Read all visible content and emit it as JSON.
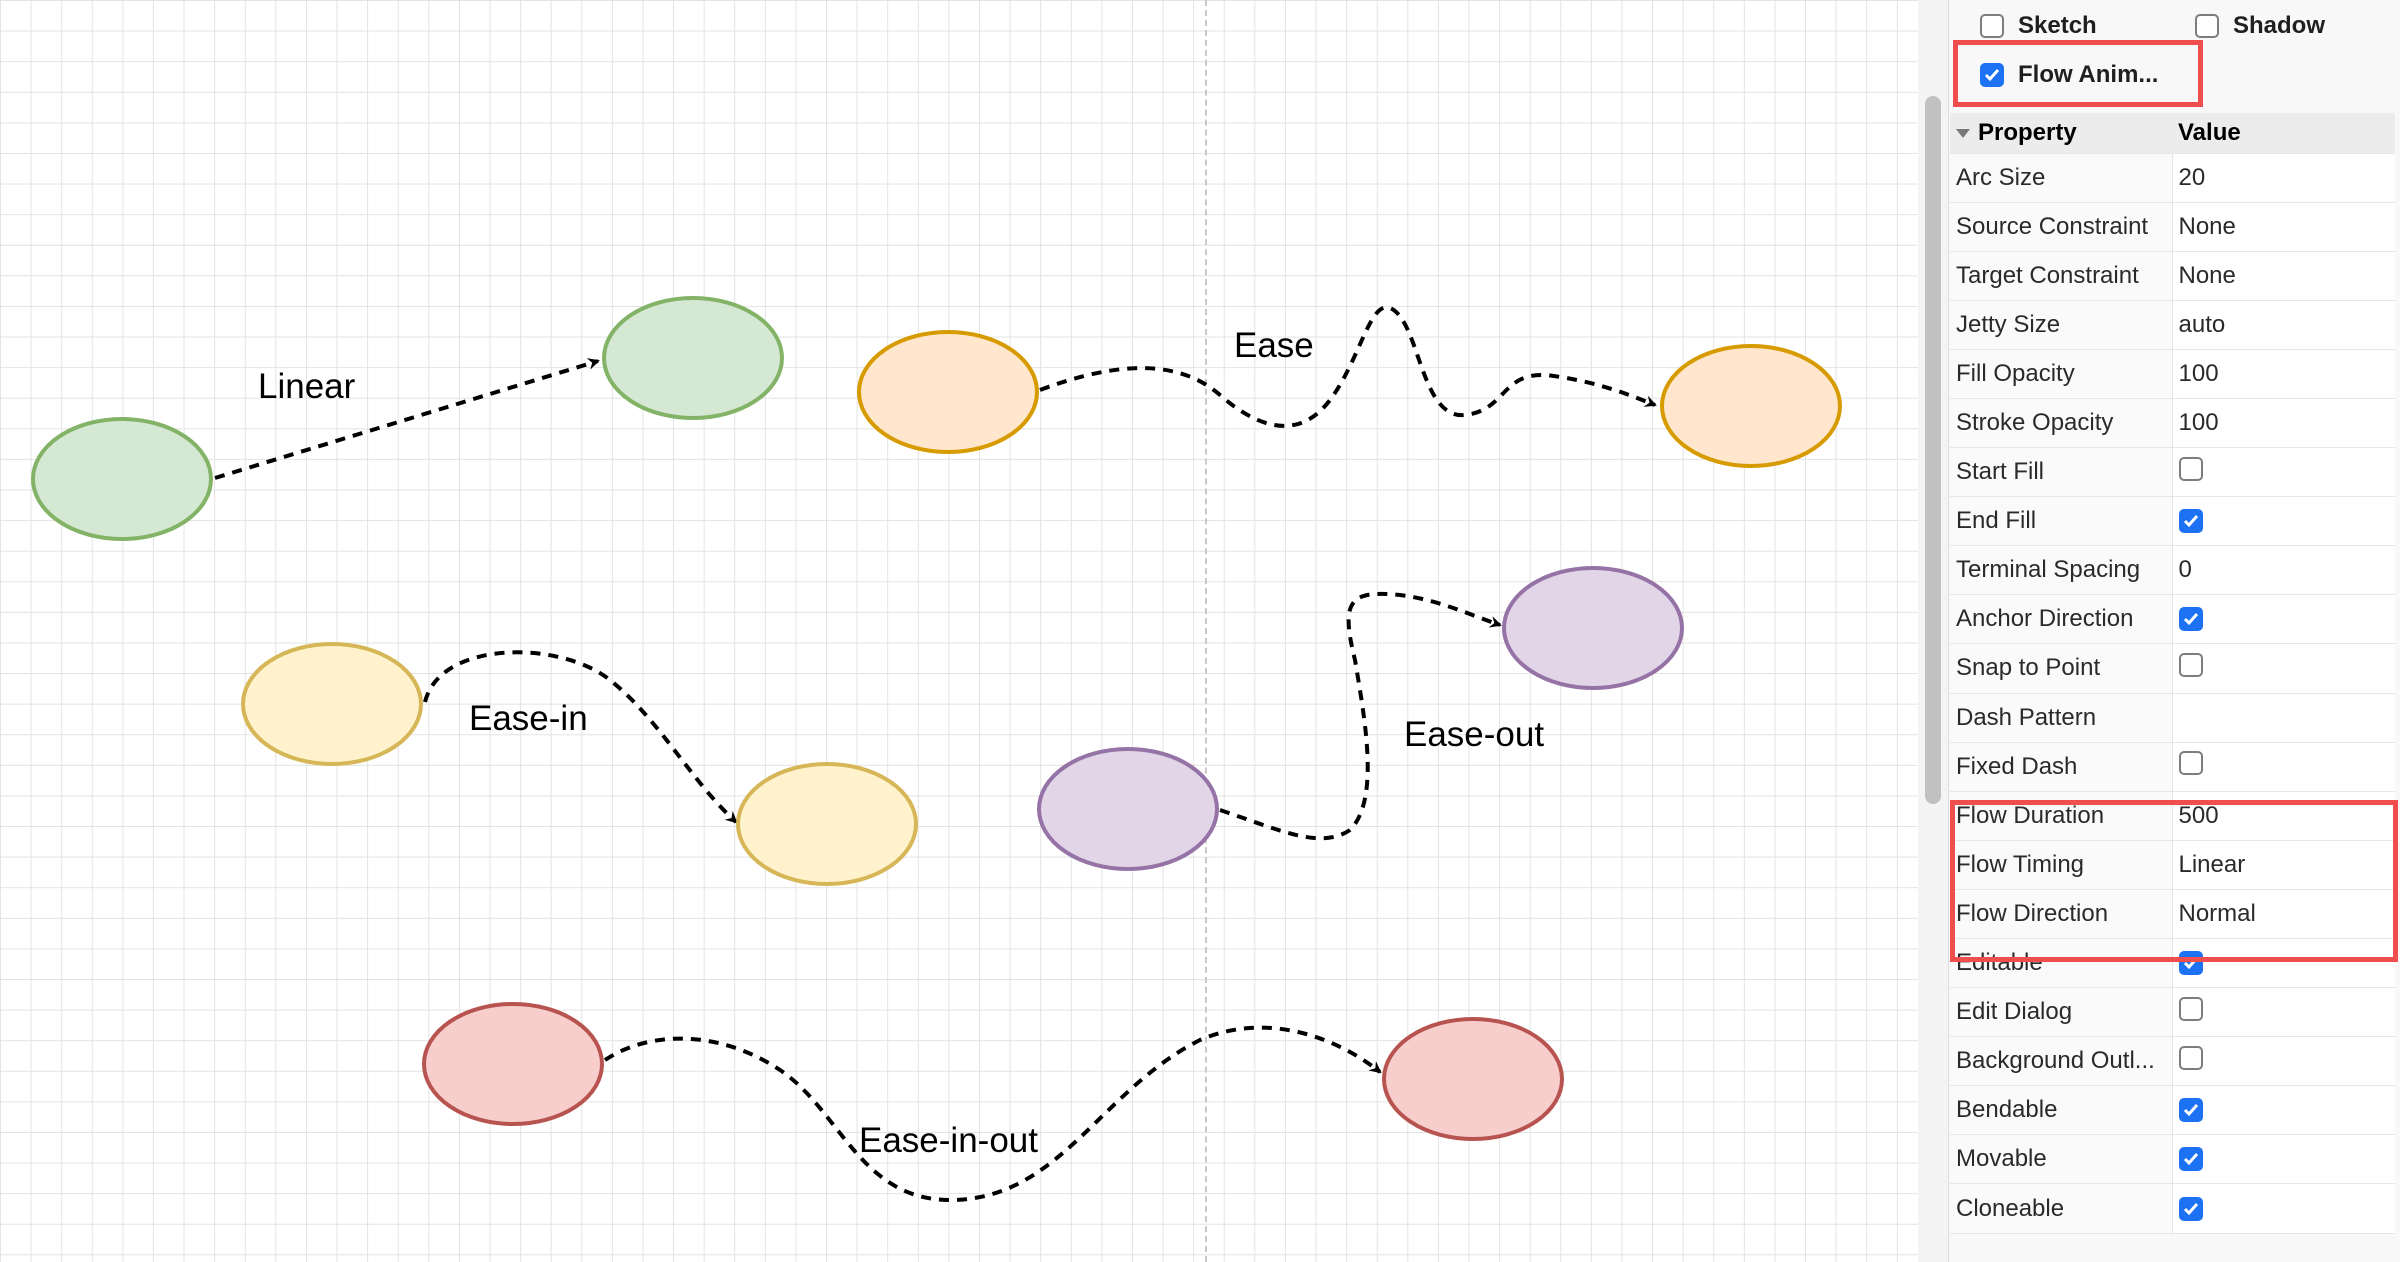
{
  "diagram": {
    "labels": {
      "linear": "Linear",
      "ease": "Ease",
      "ease_in": "Ease-in",
      "ease_out": "Ease-out",
      "ease_in_out": "Ease-in-out"
    },
    "colors": {
      "green_fill": "#d5e8d4",
      "green_stroke": "#82b366",
      "orange_fill": "#ffe6cc",
      "orange_stroke": "#d79b00",
      "yellow_fill": "#fff2cc",
      "yellow_stroke": "#d6b656",
      "purple_fill": "#e1d5e7",
      "purple_stroke": "#9673a6",
      "red_fill": "#f8cecc",
      "red_stroke": "#b85450"
    }
  },
  "panel": {
    "options": [
      {
        "label": "Sketch",
        "checked": false
      },
      {
        "label": "Shadow",
        "checked": false
      },
      {
        "label": "Flow Anim...",
        "checked": true
      }
    ],
    "table_header": {
      "property": "Property",
      "value": "Value"
    },
    "rows": [
      {
        "name": "Arc Size",
        "type": "text",
        "value": "20"
      },
      {
        "name": "Source Constraint",
        "type": "text",
        "value": "None"
      },
      {
        "name": "Target Constraint",
        "type": "text",
        "value": "None"
      },
      {
        "name": "Jetty Size",
        "type": "text",
        "value": "auto"
      },
      {
        "name": "Fill Opacity",
        "type": "text",
        "value": "100"
      },
      {
        "name": "Stroke Opacity",
        "type": "text",
        "value": "100"
      },
      {
        "name": "Start Fill",
        "type": "checkbox",
        "value": false
      },
      {
        "name": "End Fill",
        "type": "checkbox",
        "value": true
      },
      {
        "name": "Terminal Spacing",
        "type": "text",
        "value": "0"
      },
      {
        "name": "Anchor Direction",
        "type": "checkbox",
        "value": true
      },
      {
        "name": "Snap to Point",
        "type": "checkbox",
        "value": false
      },
      {
        "name": "Dash Pattern",
        "type": "text",
        "value": ""
      },
      {
        "name": "Fixed Dash",
        "type": "checkbox",
        "value": false
      },
      {
        "name": "Flow Duration",
        "type": "text",
        "value": "500"
      },
      {
        "name": "Flow Timing",
        "type": "text",
        "value": "Linear"
      },
      {
        "name": "Flow Direction",
        "type": "text",
        "value": "Normal"
      },
      {
        "name": "Editable",
        "type": "checkbox",
        "value": true
      },
      {
        "name": "Edit Dialog",
        "type": "checkbox",
        "value": false
      },
      {
        "name": "Background Outl...",
        "type": "checkbox",
        "value": false
      },
      {
        "name": "Bendable",
        "type": "checkbox",
        "value": true
      },
      {
        "name": "Movable",
        "type": "checkbox",
        "value": true
      },
      {
        "name": "Cloneable",
        "type": "checkbox",
        "value": true
      }
    ],
    "accent_color": "#1d72f3",
    "highlight_color": "#f04e4e"
  }
}
